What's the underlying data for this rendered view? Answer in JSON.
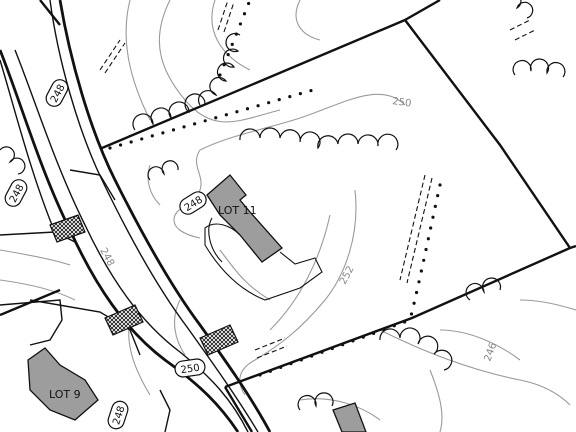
{
  "map": {
    "lots": [
      {
        "label": "LOT 11"
      },
      {
        "label": "LOT 9"
      }
    ],
    "contour_labels": [
      "250",
      "252",
      "246",
      "248"
    ],
    "road_labels": [
      "248",
      "248",
      "248",
      "250",
      "248"
    ],
    "colors": {
      "background": "#ffffff",
      "building": "#9d9d9d",
      "lines": "#111111",
      "contours": "#9a9a9a"
    }
  }
}
